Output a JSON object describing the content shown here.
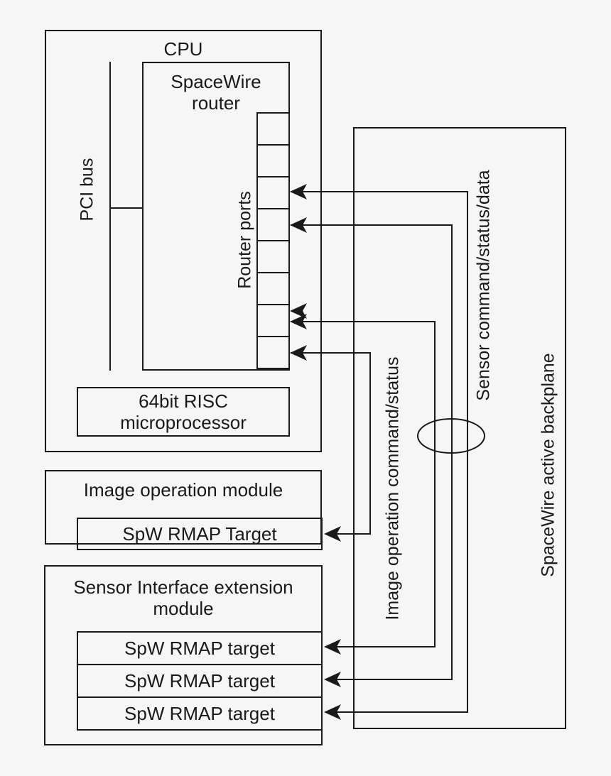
{
  "colors": {
    "background": "#f6f6f6",
    "line": "#1a1a1a",
    "label_background": "#f6f6f6"
  },
  "cpu": {
    "title": "CPU",
    "pci_bus_label": "PCI bus",
    "router": {
      "title_line1": "SpaceWire",
      "title_line2": "router",
      "ports_label": "Router ports",
      "port_count": 8
    },
    "processor": {
      "line1": "64bit RISC",
      "line2": "microprocessor"
    }
  },
  "image_module": {
    "title": "Image operation module",
    "target_label": "SpW RMAP Target"
  },
  "sensor_module": {
    "title_line1": "Sensor Interface extension",
    "title_line2": "module",
    "targets": [
      "SpW RMAP target",
      "SpW RMAP target",
      "SpW RMAP target"
    ]
  },
  "backplane": {
    "label": "SpaceWire active backplane"
  },
  "links": {
    "image_op_label": "Image operation command/status",
    "sensor_label": "Sensor command/status/data"
  }
}
